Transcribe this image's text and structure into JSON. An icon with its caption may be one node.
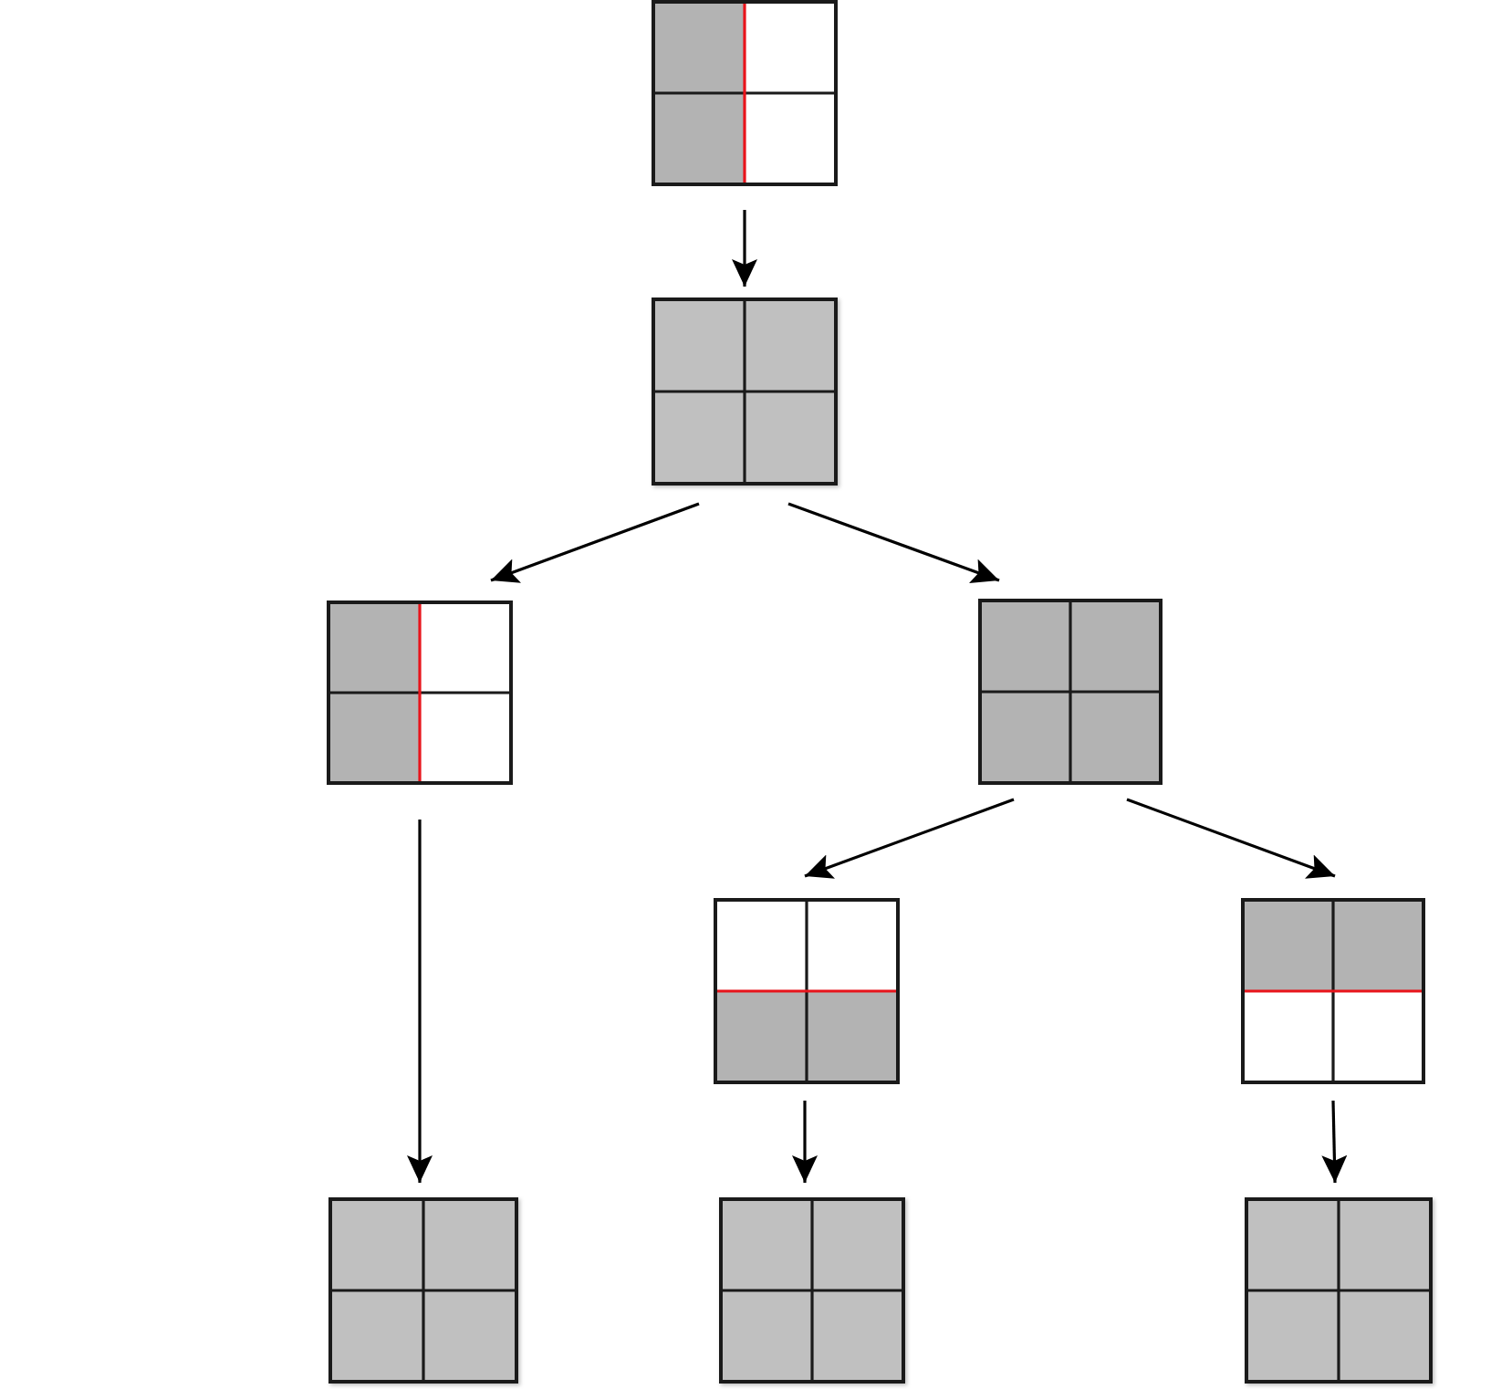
{
  "diagram": {
    "nodes": [
      {
        "text": [],
        "shape": "box"
      },
      {
        "text": [],
        "shape": "box"
      },
      {
        "text": [],
        "shape": "box"
      },
      {
        "text": [],
        "shape": "box"
      },
      {
        "text": [],
        "shape": "box"
      },
      {
        "text": [],
        "shape": "box"
      },
      {
        "text": [],
        "shape": "box"
      },
      {
        "text": [],
        "shape": "box"
      },
      {
        "text": [],
        "shape": "box"
      }
    ],
    "edges": [
      {
        "from": 0,
        "to": 1,
        "arrow": "to"
      },
      {
        "from": 1,
        "to": 2,
        "arrow": "to"
      },
      {
        "from": 1,
        "to": 3,
        "arrow": "to"
      },
      {
        "from": 2,
        "to": 6,
        "arrow": "to"
      },
      {
        "from": 3,
        "to": 4,
        "arrow": "to"
      },
      {
        "from": 3,
        "to": 5,
        "arrow": "to"
      },
      {
        "from": 4,
        "to": 7,
        "arrow": "to"
      },
      {
        "from": 5,
        "to": 8,
        "arrow": "to"
      }
    ]
  }
}
